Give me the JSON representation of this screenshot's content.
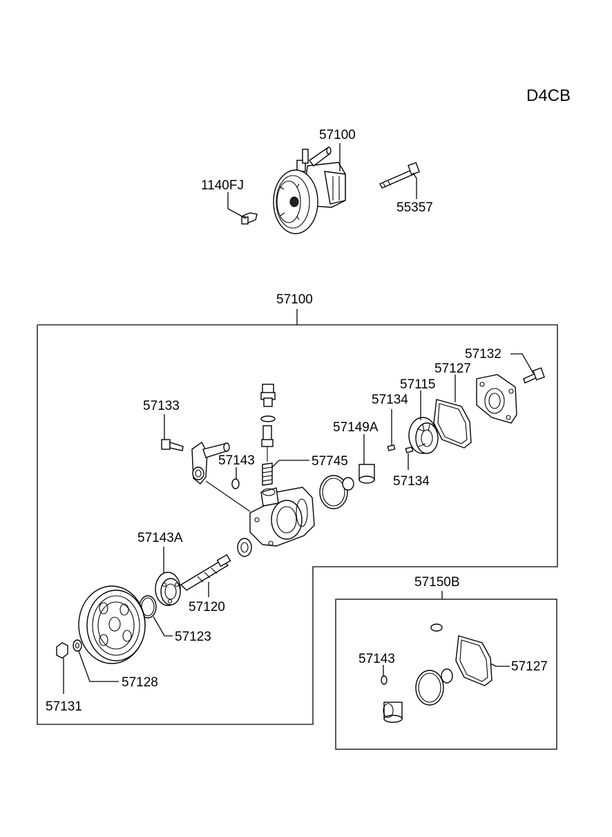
{
  "engine_code": "D4CB",
  "parts": {
    "pump_assy_top": "57100",
    "bolt_top_left": "1140FJ",
    "bolt_long": "55357",
    "pump_assy_main": "57100",
    "bolt_cover": "57132",
    "cover_gasket": "57127",
    "cartridge": "57115",
    "pin_upper": "57134",
    "pin_lower": "57134",
    "bushing": "57149A",
    "bolt_bracket": "57133",
    "oring_small": "57143",
    "valve_spring": "57745",
    "bearing": "57143A",
    "shaft": "57120",
    "snap_ring": "57123",
    "washer": "57128",
    "nut": "57131",
    "kit": "57150B",
    "kit_oring": "57143",
    "kit_gasket": "57127"
  }
}
